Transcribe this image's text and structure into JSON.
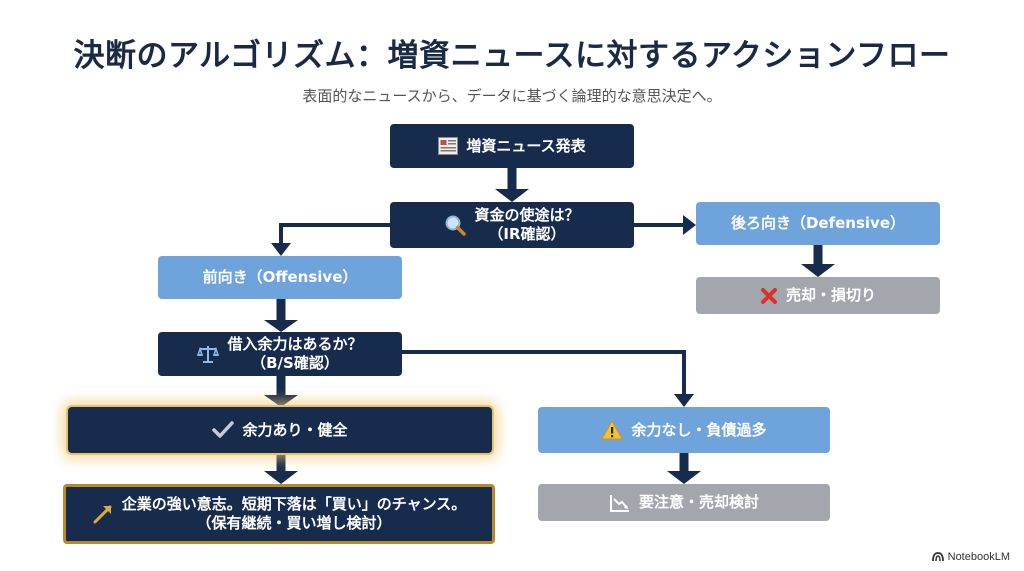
{
  "header": {
    "title": "決断のアルゴリズム：増資ニュースに対するアクションフロー",
    "subtitle": "表面的なニュースから、データに基づく論理的な意思決定へ。"
  },
  "nodes": {
    "start": {
      "label": "増資ニュース発表",
      "icon": "newspaper-icon"
    },
    "q1": {
      "line1": "資金の使途は？",
      "line2": "（IR確認）",
      "icon": "magnifier-icon"
    },
    "defensive": {
      "label": "後ろ向き（Defensive）"
    },
    "sell": {
      "label": "売却・損切り",
      "icon": "cross-icon"
    },
    "offensive": {
      "label": "前向き（Offensive）"
    },
    "q2": {
      "line1": "借入余力はあるか？",
      "line2": "（B/S確認）",
      "icon": "scale-icon"
    },
    "healthy": {
      "label": "余力あり・健全",
      "icon": "check-icon"
    },
    "overdebt": {
      "label": "余力なし・負債過多",
      "icon": "warning-icon"
    },
    "chance": {
      "line1": "企業の強い意志。短期下落は「買い」のチャンス。",
      "line2": "（保有継続・買い増し検討）",
      "icon": "trend-up-icon"
    },
    "caution": {
      "label": "要注意・売却検討",
      "icon": "trend-down-icon"
    }
  },
  "footer": {
    "brand": "NotebookLM"
  },
  "colors": {
    "navy": "#172b4d",
    "blue": "#6fa3dc",
    "gray": "#a3a6ad",
    "gold": "#b88a2c"
  }
}
